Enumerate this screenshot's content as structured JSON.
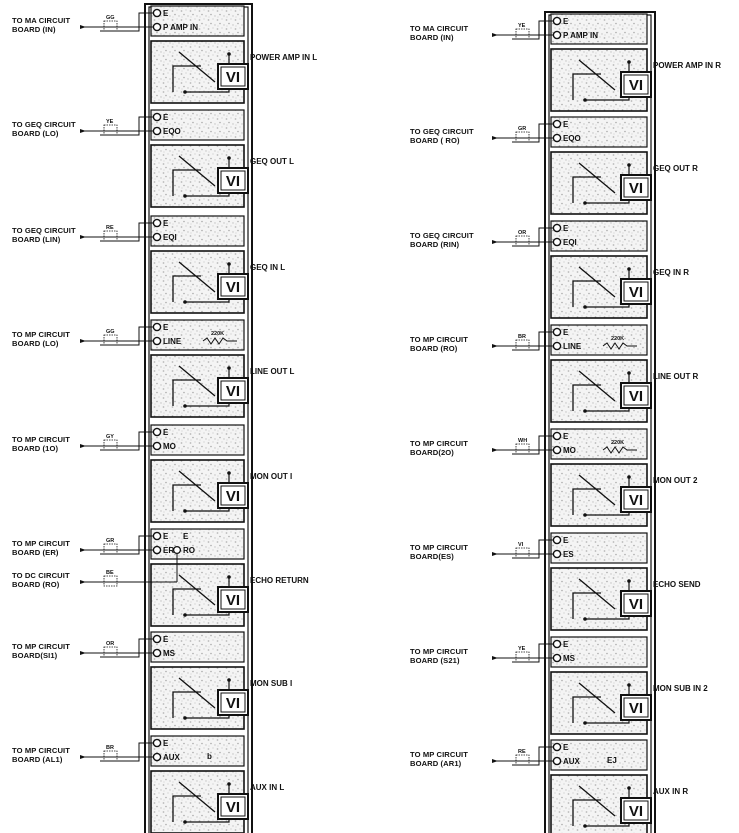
{
  "left_column": [
    {
      "board": [
        "TO MA CIRCUIT",
        "BOARD (IN)"
      ],
      "wire": "GG",
      "pins": [
        "E",
        "P AMP IN"
      ],
      "jack": "POWER AMP IN L",
      "resistor": "",
      "badge": ""
    },
    {
      "board": [
        "TO GEQ CIRCUIT",
        "BOARD (LO)"
      ],
      "wire": "YE",
      "pins": [
        "E",
        "EQO"
      ],
      "jack": "GEQ OUT L",
      "resistor": "",
      "badge": ""
    },
    {
      "board": [
        "TO GEQ CIRCUIT",
        "BOARD (LIN)"
      ],
      "wire": "RE",
      "pins": [
        "E",
        "EQI"
      ],
      "jack": "GEQ IN L",
      "resistor": "",
      "badge": ""
    },
    {
      "board": [
        "TO MP CIRCUIT",
        "BOARD (LO)"
      ],
      "wire": "GG",
      "pins": [
        "E",
        "LINE"
      ],
      "jack": "LINE OUT  L",
      "resistor": "220K",
      "badge": ""
    },
    {
      "board": [
        "TO MP CIRCUIT",
        "BOARD (1O)"
      ],
      "wire": "GY",
      "pins": [
        "E",
        "MO"
      ],
      "jack": "MON OUT I",
      "resistor": "",
      "badge": ""
    },
    {
      "board": [
        "TO MP CIRCUIT",
        "BOARD (ER)"
      ],
      "wire": "GR",
      "pins": [
        "E",
        "ER",
        "E",
        "RO"
      ],
      "jack": "ECHO RETURN",
      "resistor": "",
      "badge": "",
      "extra_board": [
        "TO DC CIRCUIT",
        "BOARD (RO)"
      ],
      "extra_wire": "BE"
    },
    {
      "board": [
        "TO MP CIRCUIT",
        "BOARD(SI1)"
      ],
      "wire": "OR",
      "pins": [
        "E",
        "MS"
      ],
      "jack": "MON SUB I",
      "resistor": "",
      "badge": ""
    },
    {
      "board": [
        "TO MP CIRCUIT",
        "BOARD (AL1)"
      ],
      "wire": "BR",
      "pins": [
        "E",
        "AUX"
      ],
      "jack": "AUX IN L",
      "resistor": "",
      "badge": "b"
    }
  ],
  "right_column": [
    {
      "board": [
        "TO MA CIRCUIT",
        "BOARD (IN)"
      ],
      "wire": "YE",
      "pins": [
        "E",
        "P AMP IN"
      ],
      "jack": "POWER AMP IN R",
      "resistor": "",
      "badge": ""
    },
    {
      "board": [
        "TO GEQ CIRCUIT",
        "BOARD ( RO)"
      ],
      "wire": "GR",
      "pins": [
        "E",
        "EQO"
      ],
      "jack": "GEQ OUT R",
      "resistor": "",
      "badge": ""
    },
    {
      "board": [
        "TO GEQ CIRCUIT",
        "BOARD (RIN)"
      ],
      "wire": "OR",
      "pins": [
        "E",
        "EQI"
      ],
      "jack": "GEQ IN R",
      "resistor": "",
      "badge": ""
    },
    {
      "board": [
        "TO MP CIRCUIT",
        "BOARD (RO)"
      ],
      "wire": "BR",
      "pins": [
        "E",
        "LINE"
      ],
      "jack": "LINE OUT R",
      "resistor": "220K",
      "badge": ""
    },
    {
      "board": [
        "TO MP CIRCUIT",
        "BOARD(2O)"
      ],
      "wire": "WH",
      "pins": [
        "E",
        "MO"
      ],
      "jack": "MON OUT 2",
      "resistor": "220K",
      "badge": ""
    },
    {
      "board": [
        "TO MP CIRCUIT",
        "BOARD(ES)"
      ],
      "wire": "VI",
      "pins": [
        "E",
        "ES"
      ],
      "jack": "ECHO SEND",
      "resistor": "",
      "badge": ""
    },
    {
      "board": [
        "TO MP CIRCUIT",
        "BOARD (S21)"
      ],
      "wire": "YE",
      "pins": [
        "E",
        "MS"
      ],
      "jack": "MON SUB IN 2",
      "resistor": "",
      "badge": ""
    },
    {
      "board": [
        "TO MP CIRCUIT",
        "BOARD (AR1)"
      ],
      "wire": "RE",
      "pins": [
        "E",
        "AUX"
      ],
      "jack": "AUX IN R",
      "resistor": "",
      "badge": "EJ"
    }
  ],
  "jack_symbol": "VI",
  "colors": {
    "ink": "#111111",
    "panel": "#f4f4f4",
    "texture": "#b9b9b9",
    "paper": "#ffffff"
  }
}
